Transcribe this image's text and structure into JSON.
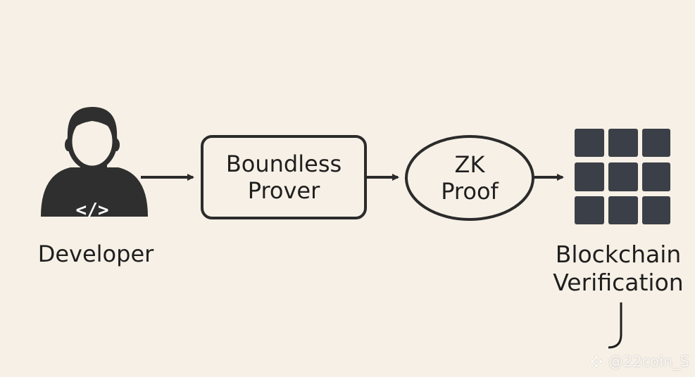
{
  "nodes": {
    "developer": {
      "label": "Developer",
      "icon_text": "</>"
    },
    "prover": {
      "line1": "Boundless",
      "line2": "Prover"
    },
    "zk_proof": {
      "line1": "ZK",
      "line2": "Proof"
    },
    "blockchain": {
      "line1": "Blockchain",
      "line2": "Verification"
    }
  },
  "edges": [
    {
      "from": "developer",
      "to": "prover"
    },
    {
      "from": "prover",
      "to": "zk_proof"
    },
    {
      "from": "zk_proof",
      "to": "blockchain"
    }
  ],
  "watermark": {
    "text": "@22coin_S",
    "icon": "binance-diamond-icon"
  },
  "colors": {
    "background": "#f7f0e6",
    "stroke": "#2b2b2b",
    "fill_dark": "#2f2f2f",
    "grid_cell": "#3b3f47"
  }
}
